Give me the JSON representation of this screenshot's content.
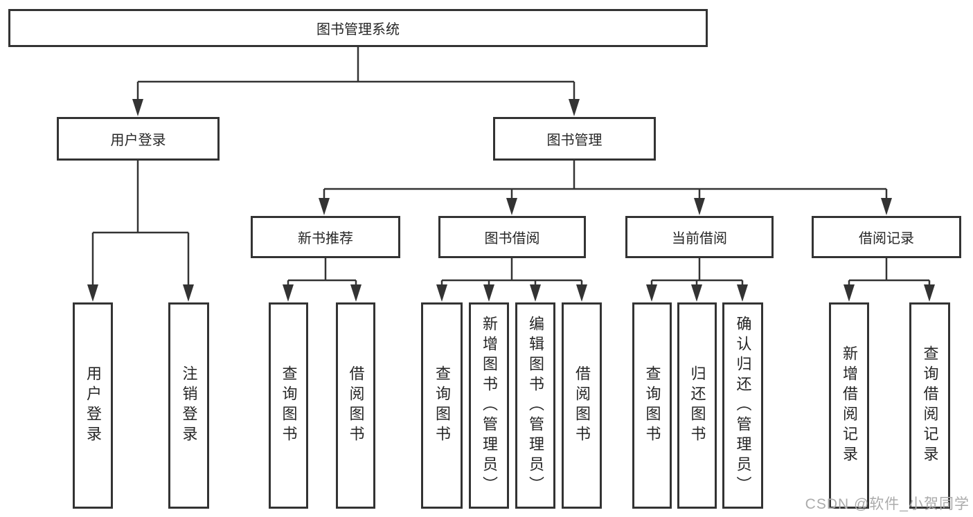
{
  "tree": {
    "root": {
      "label": "图书管理系统",
      "children": [
        {
          "label": "用户登录",
          "children": [
            {
              "label": "用户登录"
            },
            {
              "label": "注销登录"
            }
          ]
        },
        {
          "label": "图书管理",
          "children": [
            {
              "label": "新书推荐",
              "children": [
                {
                  "label": "查询图书"
                },
                {
                  "label": "借阅图书"
                }
              ]
            },
            {
              "label": "图书借阅",
              "children": [
                {
                  "label": "查询图书"
                },
                {
                  "label": "新增图书（管理员）"
                },
                {
                  "label": "编辑图书（管理员）"
                },
                {
                  "label": "借阅图书"
                }
              ]
            },
            {
              "label": "当前借阅",
              "children": [
                {
                  "label": "查询图书"
                },
                {
                  "label": "归还图书"
                },
                {
                  "label": "确认归还（管理员）"
                }
              ]
            },
            {
              "label": "借阅记录",
              "children": [
                {
                  "label": "新增借阅记录"
                },
                {
                  "label": "查询借阅记录"
                }
              ]
            }
          ]
        }
      ]
    }
  },
  "watermark": {
    "text": "CSDN @软件_小贺同学"
  },
  "colors": {
    "line": "#333333",
    "box_border": "#333333",
    "text": "#262626",
    "watermark": "#ababab",
    "background": "#ffffff"
  }
}
